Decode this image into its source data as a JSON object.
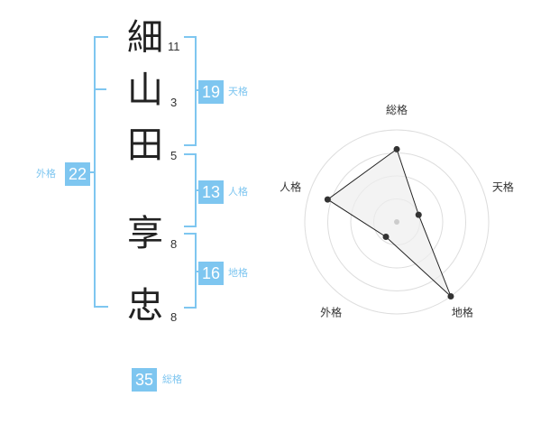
{
  "name": {
    "chars": [
      {
        "char": "細",
        "strokes": "11"
      },
      {
        "char": "山",
        "strokes": "3"
      },
      {
        "char": "田",
        "strokes": "5"
      },
      {
        "char": "享",
        "strokes": "8"
      },
      {
        "char": "忠",
        "strokes": "8"
      }
    ]
  },
  "scores": {
    "tenkaku": {
      "value": "19",
      "label": "天格"
    },
    "jinkaku": {
      "value": "13",
      "label": "人格"
    },
    "chikaku": {
      "value": "16",
      "label": "地格"
    },
    "gaikaku": {
      "value": "22",
      "label": "外格"
    },
    "soukaku": {
      "value": "35",
      "label": "総格"
    }
  },
  "colors": {
    "accent": "#7ec6f0",
    "text": "#222222",
    "radar_fill": "#eeeeee"
  },
  "chart_data": {
    "type": "radar",
    "axes": [
      "総格",
      "天格",
      "地格",
      "外格",
      "人格"
    ],
    "levels": 4,
    "range": [
      0,
      1
    ],
    "values": [
      0.79,
      0.25,
      1.0,
      0.2,
      0.79
    ]
  }
}
